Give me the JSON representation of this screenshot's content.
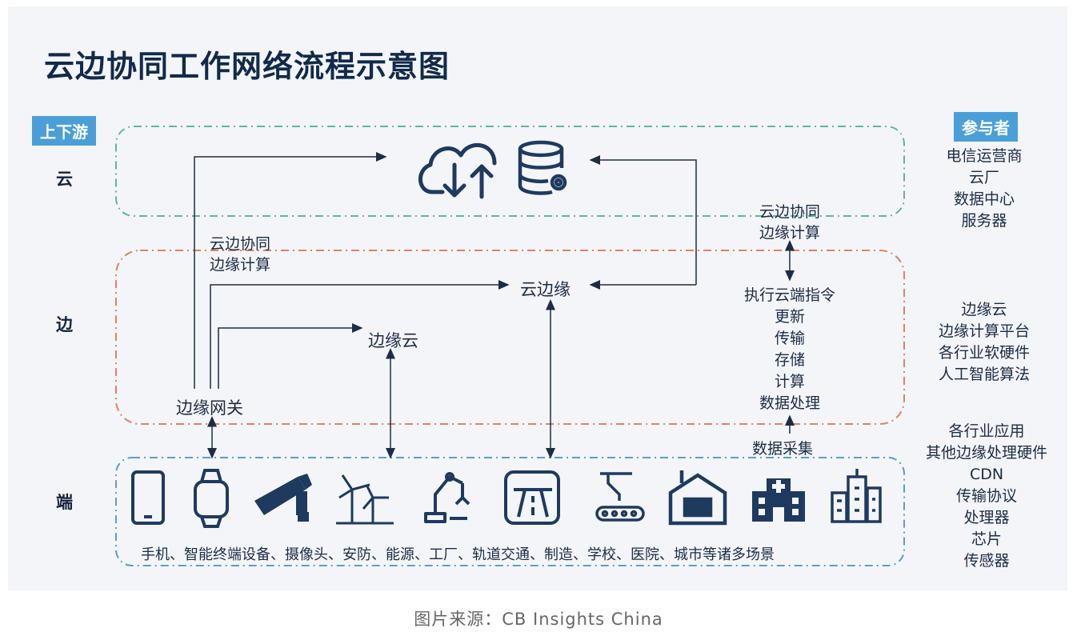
{
  "title": "云边协同工作网络流程示意图",
  "tags": {
    "left": "上下游",
    "right": "参与者"
  },
  "layers": {
    "cloud": "云",
    "edge": "边",
    "end": "端"
  },
  "nodes": {
    "gateway": "边缘网关",
    "edge_cloud": "边缘云",
    "cloud_edge": "云边缘",
    "cloud_edge_compute_left": [
      "云边协同",
      "边缘计算"
    ],
    "cloud_edge_compute_right": [
      "云边协同",
      "边缘计算"
    ],
    "right_tasks": [
      "执行云端指令",
      "更新",
      "传输",
      "存储",
      "计算",
      "数据处理"
    ],
    "data_collect": "数据采集",
    "devices_text": "手机、智能终端设备、摄像头、安防、能源、工厂、轨道交通、制造、学校、医院、城市等诸多场景"
  },
  "participants": {
    "cloud": [
      "电信运营商",
      "云厂",
      "数据中心",
      "服务器"
    ],
    "edge": [
      "边缘云",
      "边缘计算平台",
      "各行业软硬件",
      "人工智能算法"
    ],
    "end": [
      "各行业应用",
      "其他边缘处理硬件",
      "CDN",
      "传输协议",
      "处理器",
      "芯片",
      "传感器"
    ]
  },
  "icons": [
    "phone-icon",
    "smartwatch-icon",
    "camera-icon",
    "wind-turbine-icon",
    "robot-arm-icon",
    "highway-icon",
    "assembly-line-icon",
    "school-icon",
    "hospital-icon",
    "city-icon"
  ],
  "caption": "图片来源：CB Insights China",
  "colors": {
    "cloud_border": "#5bb8a0",
    "edge_border": "#e0845a",
    "end_border": "#5a9fc8",
    "accent": "#4b9fd8",
    "dark": "#122a4a"
  }
}
